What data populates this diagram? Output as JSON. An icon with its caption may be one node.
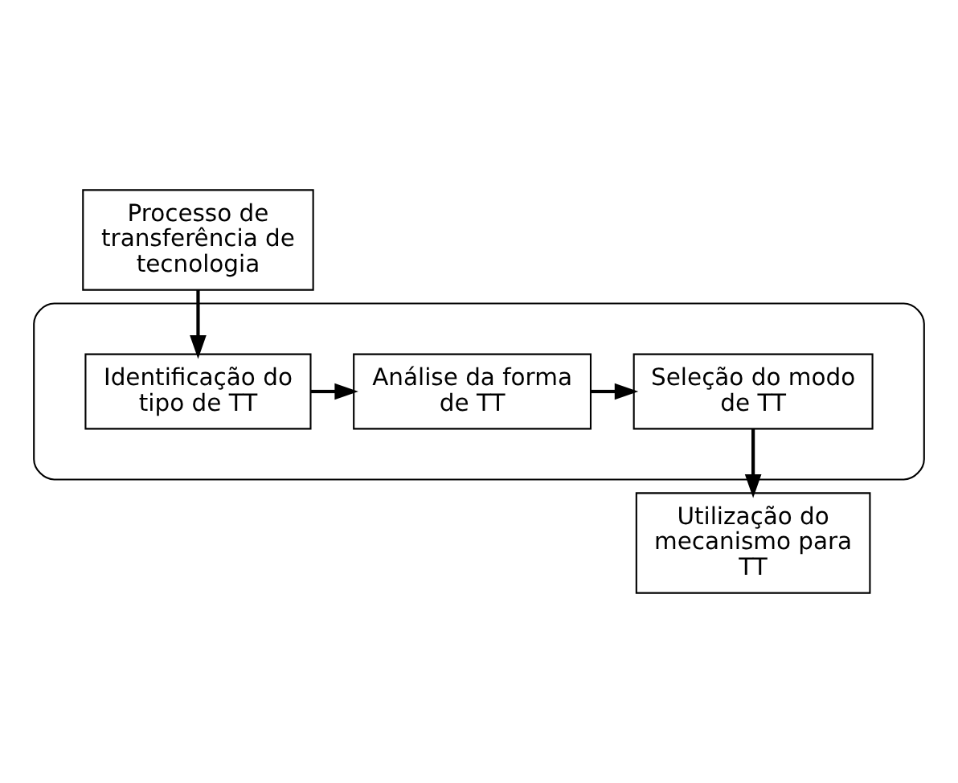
{
  "diagram": {
    "nodes": [
      {
        "text": [
          "Processo de transferência de tecnologia"
        ]
      },
      {
        "text": [],
        "shape": "ellipse"
      },
      {
        "text": [
          "Identificação do tipo de TT"
        ],
        "in": 1
      },
      {
        "text": [
          "Análise da forma de TT"
        ],
        "in": 1
      },
      {
        "text": [
          "Seleção do modo de TT"
        ],
        "in": 1
      },
      {
        "text": [
          "Utilização do mecanismo para TT"
        ]
      }
    ],
    "edges": [
      {
        "from": 0,
        "to": 2,
        "arrow": "to"
      },
      {
        "from": 2,
        "to": 3,
        "arrow": "to"
      },
      {
        "from": 3,
        "to": 4,
        "arrow": "to"
      },
      {
        "from": 4,
        "to": 5,
        "arrow": "to"
      }
    ]
  }
}
